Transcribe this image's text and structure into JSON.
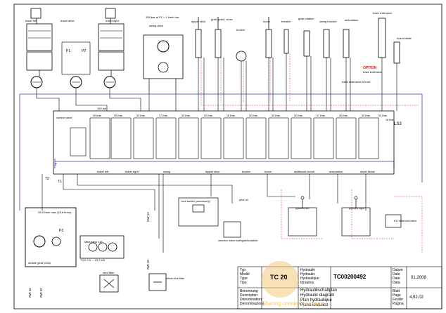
{
  "top_components": {
    "travel_left": "travel left",
    "travel_drive": "travel drive",
    "travel_right": "travel right",
    "pressure_note": "155 bar\nat P1 = 1 l/min bar",
    "swing_drive": "swing drive",
    "dipper_stick": "dipper stick",
    "grab_open_close": "grab\nopen / close",
    "bucket": "bucket",
    "boom": "boom",
    "breaker": "breaker",
    "grab_rotation": "grab rotation",
    "swing_bracket": "swing bracket",
    "articulation": "articulation",
    "track_extension": "track extension",
    "dozer_blade": "dozer blade",
    "option_label": "OPTION",
    "track_extension_sub": "track extension",
    "track_extension_in_front": "track extension in front"
  },
  "valve_bank": {
    "label_left": "control valve",
    "pressure": "160 bar",
    "label_ls3": "LS3",
    "flow_rates": [
      "30 l/min",
      "25 l/min",
      "30 l/min",
      "17 l/min",
      "30 l/min",
      "20 l/min",
      "18 l/min",
      "30 l/min",
      "30 l/min",
      "30 l/min",
      "37 l/min",
      "45 l/min",
      "30 l/min",
      "30 l/min",
      "18 l/min"
    ],
    "section_labels": [
      "travel left",
      "travel right",
      "swing",
      "dipper stick",
      "bucket",
      "boom",
      "additional circuit",
      "articulation",
      "dozer blade"
    ],
    "ports_left": [
      "T",
      "T2",
      "T1"
    ],
    "port_labels": [
      "LS",
      "P",
      "T"
    ]
  },
  "lower_components": {
    "pilot_valve": "foot switch\n(accessory)",
    "hydraulic_pump": "double gear pump",
    "tank_label": "28,8 l/min max\n(18,8 l/min)",
    "engine": "Mitsubishi L3E",
    "engine_sub": "TCD 2.9 ... 23,7 kW",
    "vent_filter": "vent filter",
    "return_filter": "return line filter",
    "selector": "selector valve\nswing/articulation",
    "joystick_left": "joystick left",
    "joystick_right": "joystick right",
    "solenoid_valve": "KO solenoid valve",
    "pilot_oil": "pilot oil",
    "p_labels": [
      "P1",
      "P2",
      "P3"
    ],
    "nw_labels": [
      "NW 12",
      "NW 16",
      "NW 42",
      "NW 32"
    ]
  },
  "title_block": {
    "field_labels": [
      "Typ",
      "Model",
      "Type",
      "Tipo"
    ],
    "type_value": "TC 20",
    "hydraulic_labels": [
      "Hydraulik",
      "Hydraulic",
      "Hydraulique",
      "Idraulica"
    ],
    "doc_number": "TC00200492",
    "date_labels": [
      "Datum",
      "Date",
      "Date",
      "Data"
    ],
    "date_value": "01,2008",
    "description_labels": [
      "Benennung",
      "Description",
      "Dénomination",
      "Denominazione"
    ],
    "descriptions": [
      "Hydraulikschaltplan",
      "Hydraulic diagram",
      "Plan hydraulique",
      "Piano idraulico"
    ],
    "page_labels": [
      "Blatt",
      "Page",
      "Feuille",
      "Pagina"
    ],
    "page_value": "4,92,02",
    "watermark": "Sharing creates success"
  },
  "colors": {
    "main_line": "#000000",
    "pilot_line_red": "#cc2222",
    "tank_line_blue": "#2a3fd0",
    "watermark": "#f3c87a",
    "option": "#d01a1a"
  }
}
